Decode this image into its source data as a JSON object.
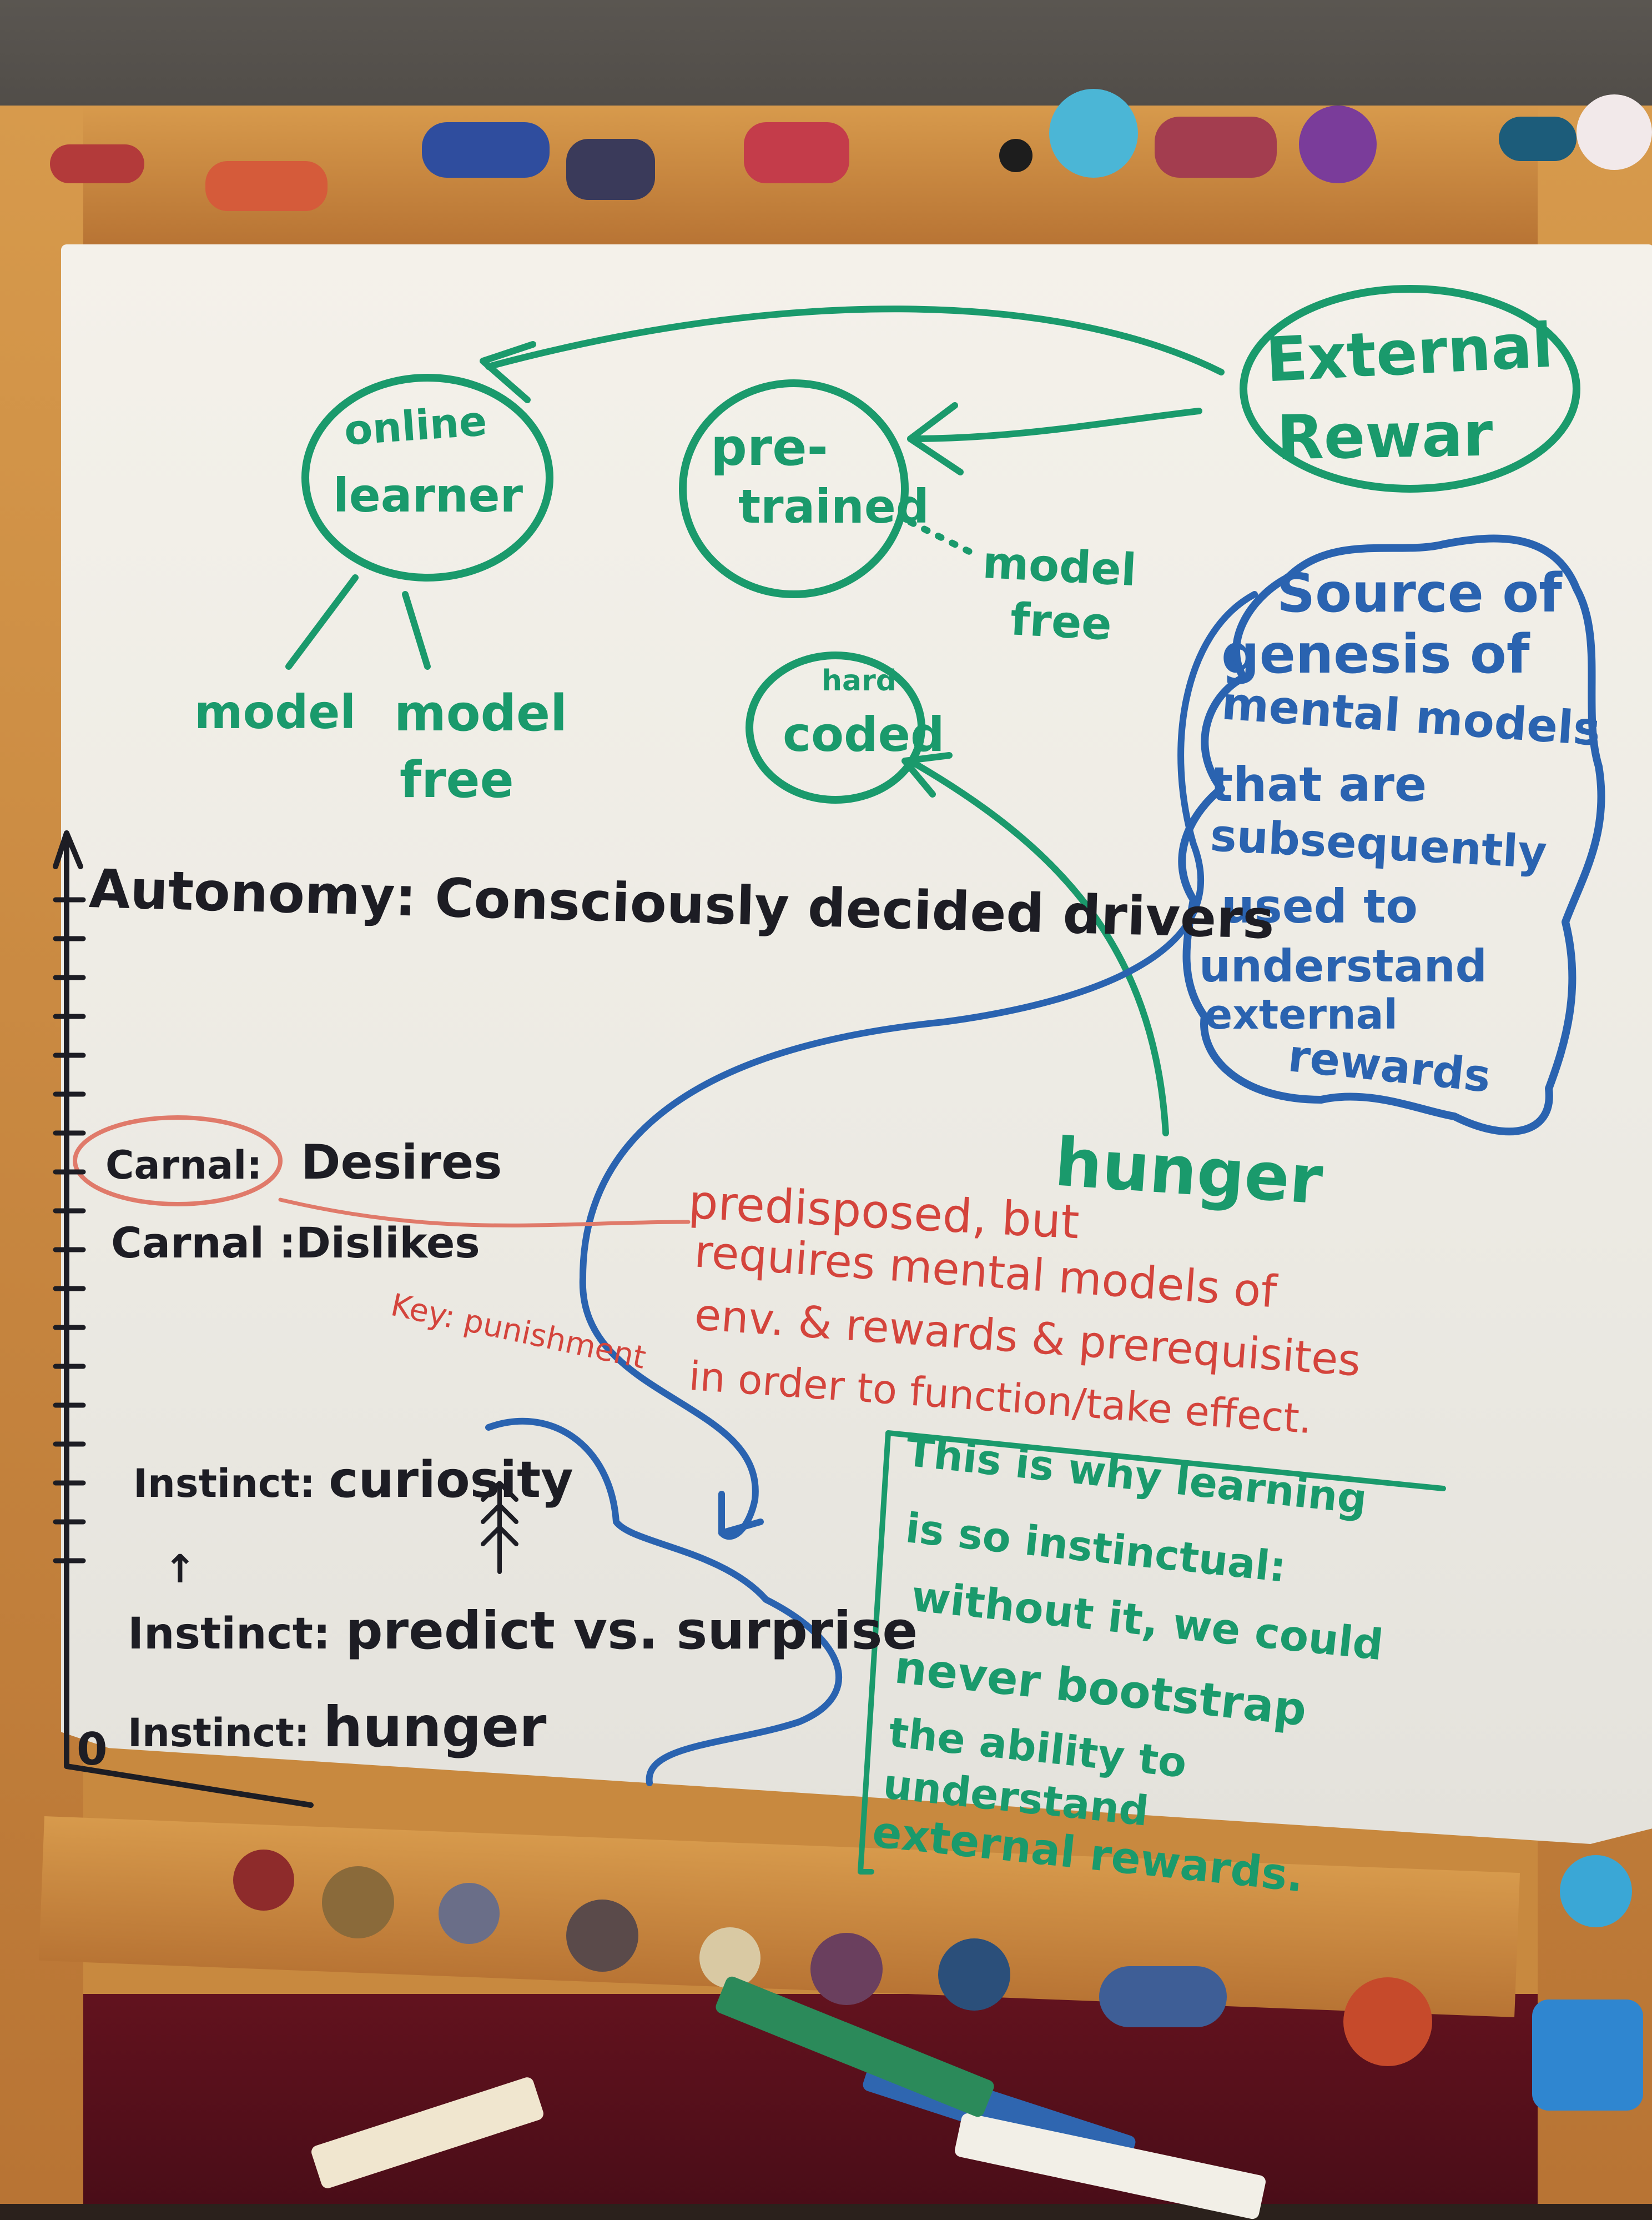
{
  "top_branch": {
    "external_reward": [
      "External",
      "Rewar"
    ],
    "online_learner": [
      "online",
      "learner"
    ],
    "pre_trained": [
      "pre-",
      "trained"
    ],
    "model_free_right": [
      "model",
      "free"
    ],
    "model_left": "model",
    "model_free_left": [
      "model",
      "free"
    ],
    "hard_coded": [
      "hard",
      "coded"
    ],
    "hunger_green": "hunger"
  },
  "source_note": [
    "Source of",
    "genesis of",
    "mental models",
    "that are",
    "subsequently",
    "used to",
    "understand",
    "external",
    "rewards"
  ],
  "scale": {
    "levels": [
      {
        "key": "Autonomy",
        "sep": ":",
        "value": "Consciously decided drivers"
      },
      {
        "key": "Carnal",
        "sep": ":",
        "value": "Desires"
      },
      {
        "key": "Carnal",
        "sep": " :",
        "value": "Dislikes"
      },
      {
        "key": "Instinct",
        "sep": ":",
        "value": "curiosity"
      },
      {
        "key": "Instinct",
        "sep": ":",
        "value": "predict vs. surprise"
      },
      {
        "key": "Instinct",
        "sep": ":",
        "value": "hunger"
      }
    ],
    "origin": "0",
    "up_arrow": "↑"
  },
  "red_note": {
    "lines": [
      "predisposed, but",
      "requires mental models of",
      "env. & rewards & prerequisites",
      "in order to function/take effect."
    ],
    "key": "Key: punishment"
  },
  "green_box": [
    "This is why learning",
    "is so instinctual:",
    "without it, we could",
    "never bootstrap",
    "the ability to",
    "understand",
    "external rewards."
  ],
  "colors": {
    "green_ink": "#1a9a6c",
    "black_ink": "#1d1d24",
    "red_ink": "#d4443c",
    "blue_ink": "#2a63b0",
    "board": "#f1eee7",
    "wood": "#c8893f"
  },
  "stickers": {
    "top": [
      "rocket",
      "rocket",
      "rocket",
      "rocket",
      "rocket",
      "star",
      "cartoon-face",
      "rocket",
      "badge",
      "rocket",
      "smiley"
    ],
    "bottom": [
      "planet",
      "planet",
      "planet",
      "planet",
      "planet",
      "planet",
      "planet",
      "saturn",
      "sun"
    ]
  }
}
